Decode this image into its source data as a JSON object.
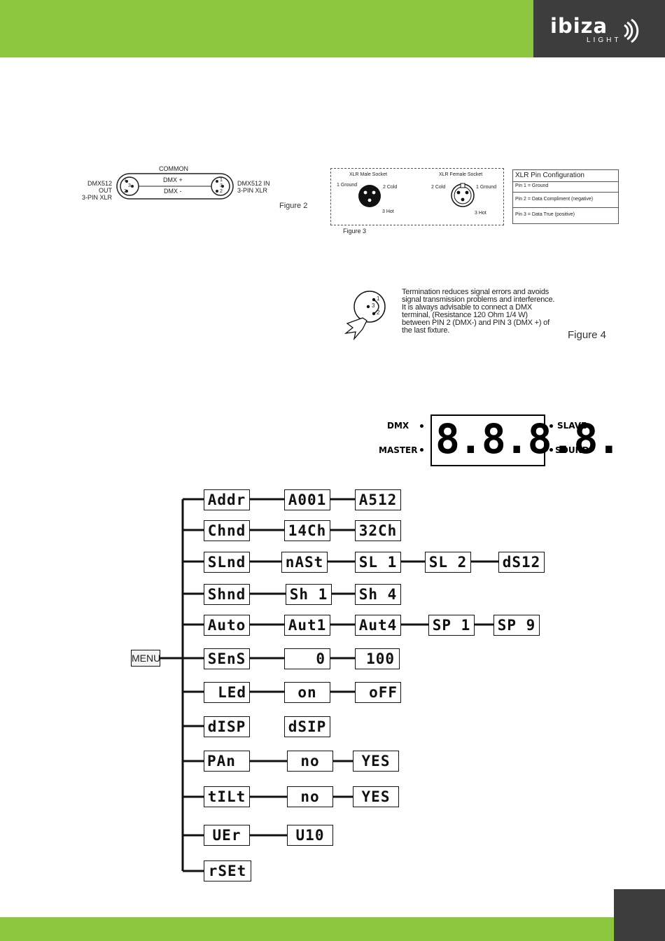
{
  "header": {
    "brand": "ibiza",
    "brand_sub": "LIGHT"
  },
  "figure2": {
    "label": "Figure 2",
    "common": "COMMON",
    "dmx_plus": "DMX +",
    "dmx_minus": "DMX -",
    "out_line1": "DMX512 OUT",
    "out_line2": "3-PIN XLR",
    "in_line1": "DMX512 IN",
    "in_line2": "3-PIN XLR",
    "pins_left": [
      "1",
      "3",
      "2"
    ],
    "pins_right": [
      "1",
      "3",
      "2"
    ]
  },
  "figure3": {
    "label": "Figure 3",
    "male_title": "XLR Male Socket",
    "female_title": "XLR Female Socket",
    "male_pins": [
      "1 Ground",
      "2 Cold",
      "3 Hot"
    ],
    "female_pins": [
      "2 Cold",
      "1 Ground",
      "3 Hot"
    ],
    "table": {
      "title": "XLR Pin Configuration",
      "rows": [
        "Pin 1 = Ground",
        "Pin 2 = Data Compliment (negative)",
        "Pin 3 = Data True (positive)"
      ]
    }
  },
  "figure4": {
    "label": "Figure 4",
    "text": "Termination reduces signal errors and avoids signal transmission problems and interference. It is always advisable to connect a DMX terminal, (Resistance 120 Ohm 1/4 W) between PIN 2 (DMX-) and PIN 3 (DMX +) of the last fixture.",
    "pins": [
      "1",
      "3",
      "2"
    ]
  },
  "display": {
    "digits": "8.8.8.8.",
    "dmx": "DMX",
    "master": "MASTER",
    "slave": "SLAVE",
    "sound": "SOUND"
  },
  "menu": {
    "root": "MENU",
    "rows": [
      {
        "items": [
          "Addr",
          "A001",
          "A512"
        ]
      },
      {
        "items": [
          "Chnd",
          "14Ch",
          "32Ch"
        ]
      },
      {
        "items": [
          "SLnd",
          "nASt",
          "SL 1",
          "SL 2",
          "dS12"
        ]
      },
      {
        "items": [
          "Shnd",
          "Sh 1",
          "Sh 4"
        ]
      },
      {
        "items": [
          "Auto",
          "Aut1",
          "Aut4",
          "SP 1",
          "SP 9"
        ]
      },
      {
        "items": [
          "SEnS",
          "0",
          "100"
        ]
      },
      {
        "items": [
          "LEd",
          "on",
          "oFF"
        ]
      },
      {
        "items": [
          "dISP",
          "dSIP"
        ]
      },
      {
        "items": [
          "PAn",
          "no",
          "YES"
        ]
      },
      {
        "items": [
          "tILt",
          "no",
          "YES"
        ]
      },
      {
        "items": [
          "UEr",
          "U10"
        ]
      },
      {
        "items": [
          "rSEt"
        ]
      }
    ]
  }
}
